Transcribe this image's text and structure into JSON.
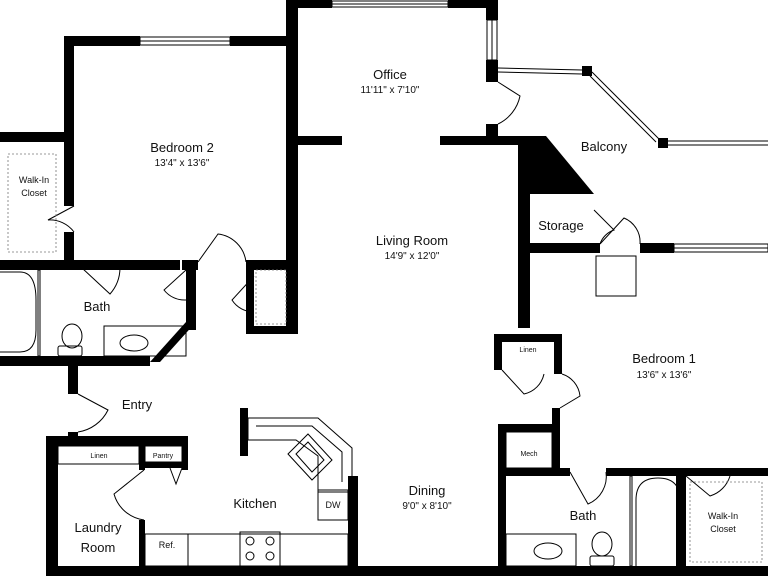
{
  "rooms": {
    "office": {
      "name": "Office",
      "dims": "11'11\" x 7'10\""
    },
    "bedroom2": {
      "name": "Bedroom 2",
      "dims": "13'4\" x 13'6\""
    },
    "walkin_left": {
      "name_line1": "Walk-In",
      "name_line2": "Closet"
    },
    "balcony": {
      "name": "Balcony"
    },
    "storage": {
      "name": "Storage"
    },
    "living": {
      "name": "Living Room",
      "dims": "14'9\" x 12'0\""
    },
    "bath_left": {
      "name": "Bath"
    },
    "linen_right": {
      "name": "Linen"
    },
    "bedroom1": {
      "name": "Bedroom 1",
      "dims": "13'6\" x 13'6\""
    },
    "entry": {
      "name": "Entry"
    },
    "mech": {
      "name": "Mech"
    },
    "linen_left": {
      "name": "Linen"
    },
    "pantry": {
      "name": "Pantry"
    },
    "kitchen": {
      "name": "Kitchen"
    },
    "dining": {
      "name": "Dining",
      "dims": "9'0\" x 8'10\""
    },
    "dw": {
      "name": "DW"
    },
    "bath_right": {
      "name": "Bath"
    },
    "walkin_right": {
      "name_line1": "Walk-In",
      "name_line2": "Closet"
    },
    "laundry": {
      "name_line1": "Laundry",
      "name_line2": "Room"
    },
    "ref": {
      "name": "Ref."
    }
  }
}
